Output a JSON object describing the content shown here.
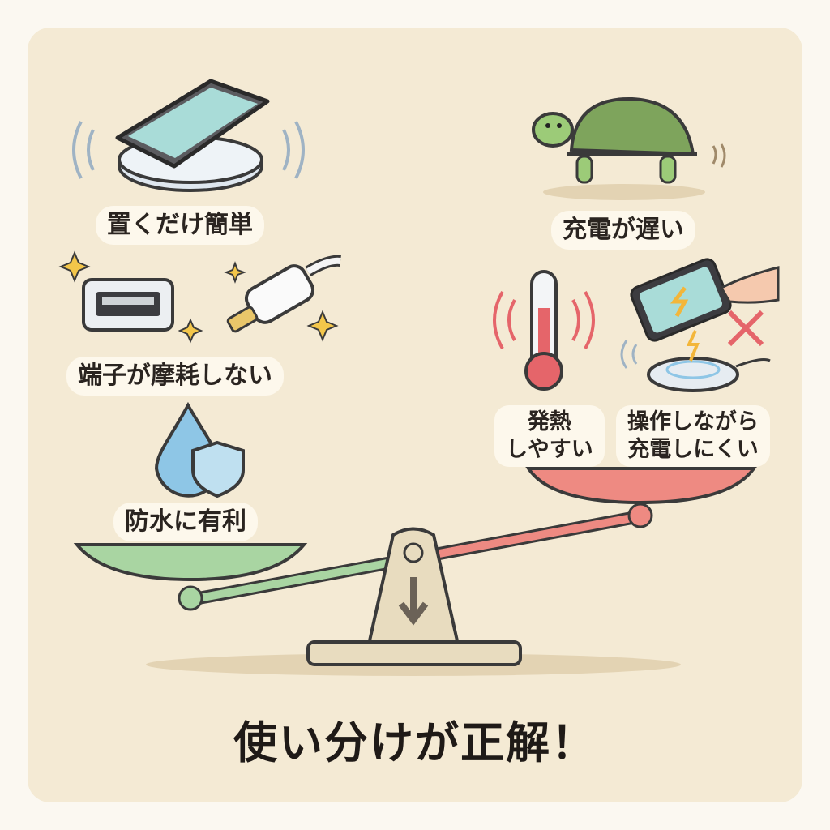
{
  "pros": [
    {
      "label": "置くだけ簡単",
      "icon": "wireless-charger-icon"
    },
    {
      "label": "端子が摩耗しない",
      "icon": "usb-port-icon"
    },
    {
      "label": "防水に有利",
      "icon": "water-drop-shield-icon"
    }
  ],
  "cons": [
    {
      "label": "充電が遅い",
      "icon": "turtle-icon"
    },
    {
      "label_line1": "発熱",
      "label_line2": "しやすい",
      "icon": "thermometer-icon"
    },
    {
      "label_line1": "操作しながら",
      "label_line2": "充電しにくい",
      "icon": "phone-touch-cross-icon"
    }
  ],
  "conclusion": "使い分けが正解！",
  "colors": {
    "pros": "#a9d5a2",
    "cons": "#ee8a82",
    "background": "#f4ead4"
  }
}
